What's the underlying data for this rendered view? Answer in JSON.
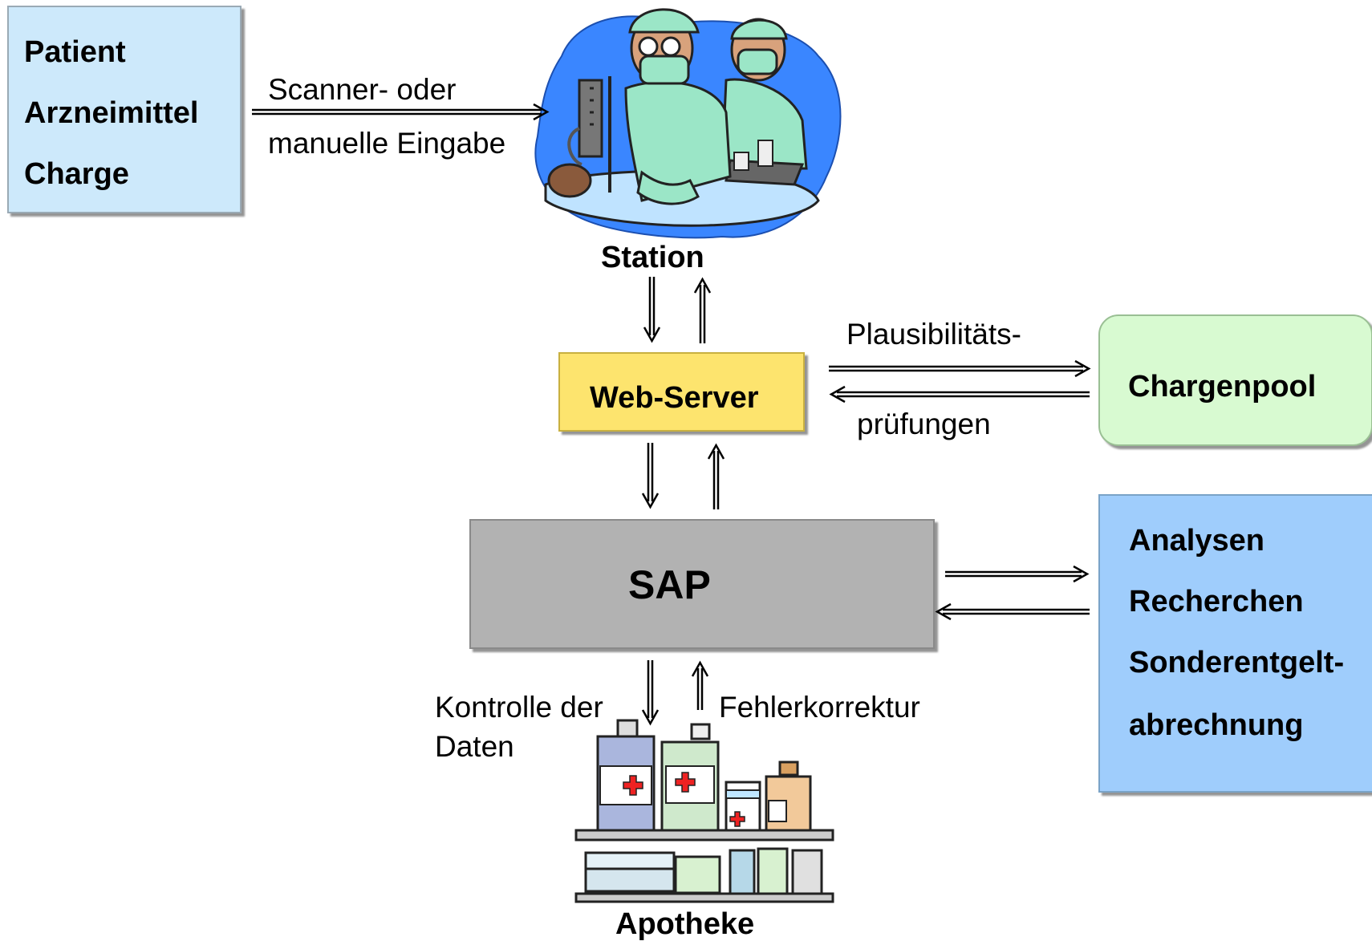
{
  "input_box": {
    "lines": [
      "Patient",
      "Arzneimittel",
      "Charge"
    ],
    "fill": "#cde9fb"
  },
  "input_arrow": {
    "line1": "Scanner- oder",
    "line2": "manuelle Eingabe"
  },
  "station": {
    "label": "Station"
  },
  "web_server": {
    "label": "Web-Server",
    "fill": "#fde46e"
  },
  "plausibility": {
    "line1": "Plausibilitäts-",
    "line2": "prüfungen"
  },
  "chargenpool": {
    "label": "Chargenpool",
    "fill": "#d8fad1"
  },
  "sap": {
    "label": "SAP",
    "fill": "#b2b2b2"
  },
  "analysis_box": {
    "lines": [
      "Analysen",
      "Recherchen",
      "Sonderentgelt-",
      "abrechnung"
    ],
    "fill": "#9fcdfc"
  },
  "apotheke_links": {
    "down_line1": "Kontrolle der",
    "down_line2": "Daten",
    "up_label": "Fehlerkorrektur"
  },
  "apotheke": {
    "label": "Apotheke"
  }
}
